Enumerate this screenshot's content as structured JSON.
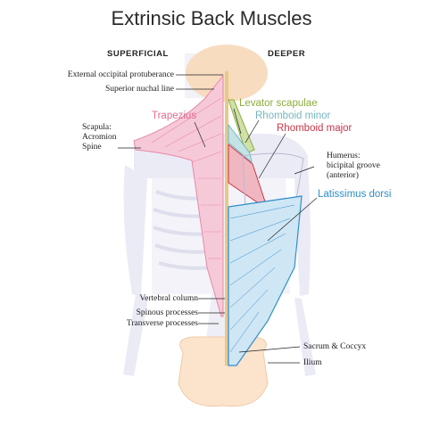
{
  "title": "Extrinsic Back Muscles",
  "headers": {
    "superficial": "SUPERFICIAL",
    "deeper": "DEEPER"
  },
  "left_labels": {
    "external_occipital": "External occipital protuberance",
    "superior_nuchal": "Superior nuchal line",
    "scapula_1": "Scapula:",
    "scapula_2": "Acromion",
    "scapula_3": "Spine",
    "vertebral_column": "Vertebral column",
    "spinous": "Spinous processes",
    "transverse": "Transverse processes"
  },
  "right_labels": {
    "humerus_1": "Humerus:",
    "humerus_2": "bicipital groove",
    "humerus_3": "(anterior)",
    "sacrum": "Sacrum & Coccyx",
    "ilium": "Ilium"
  },
  "muscles": {
    "trapezius": "Trapezius",
    "levator": "Levator scapulae",
    "rhomboid_minor": "Rhomboid minor",
    "rhomboid_major": "Rhomboid major",
    "latissimus": "Latissimus dorsi"
  },
  "colors": {
    "trapezius": "#e88aa6",
    "trapezius_fill": "#f6c9d8",
    "levator": "#8cad3c",
    "rhomboid_minor": "#74b8bf",
    "rhomboid_major": "#c9364a",
    "latissimus": "#2f8ec9",
    "latissimus_fill": "#cfe6f5",
    "bone": "#ebebf6",
    "skull": "#f8dcc0",
    "pelvis": "#fbe3cc"
  }
}
